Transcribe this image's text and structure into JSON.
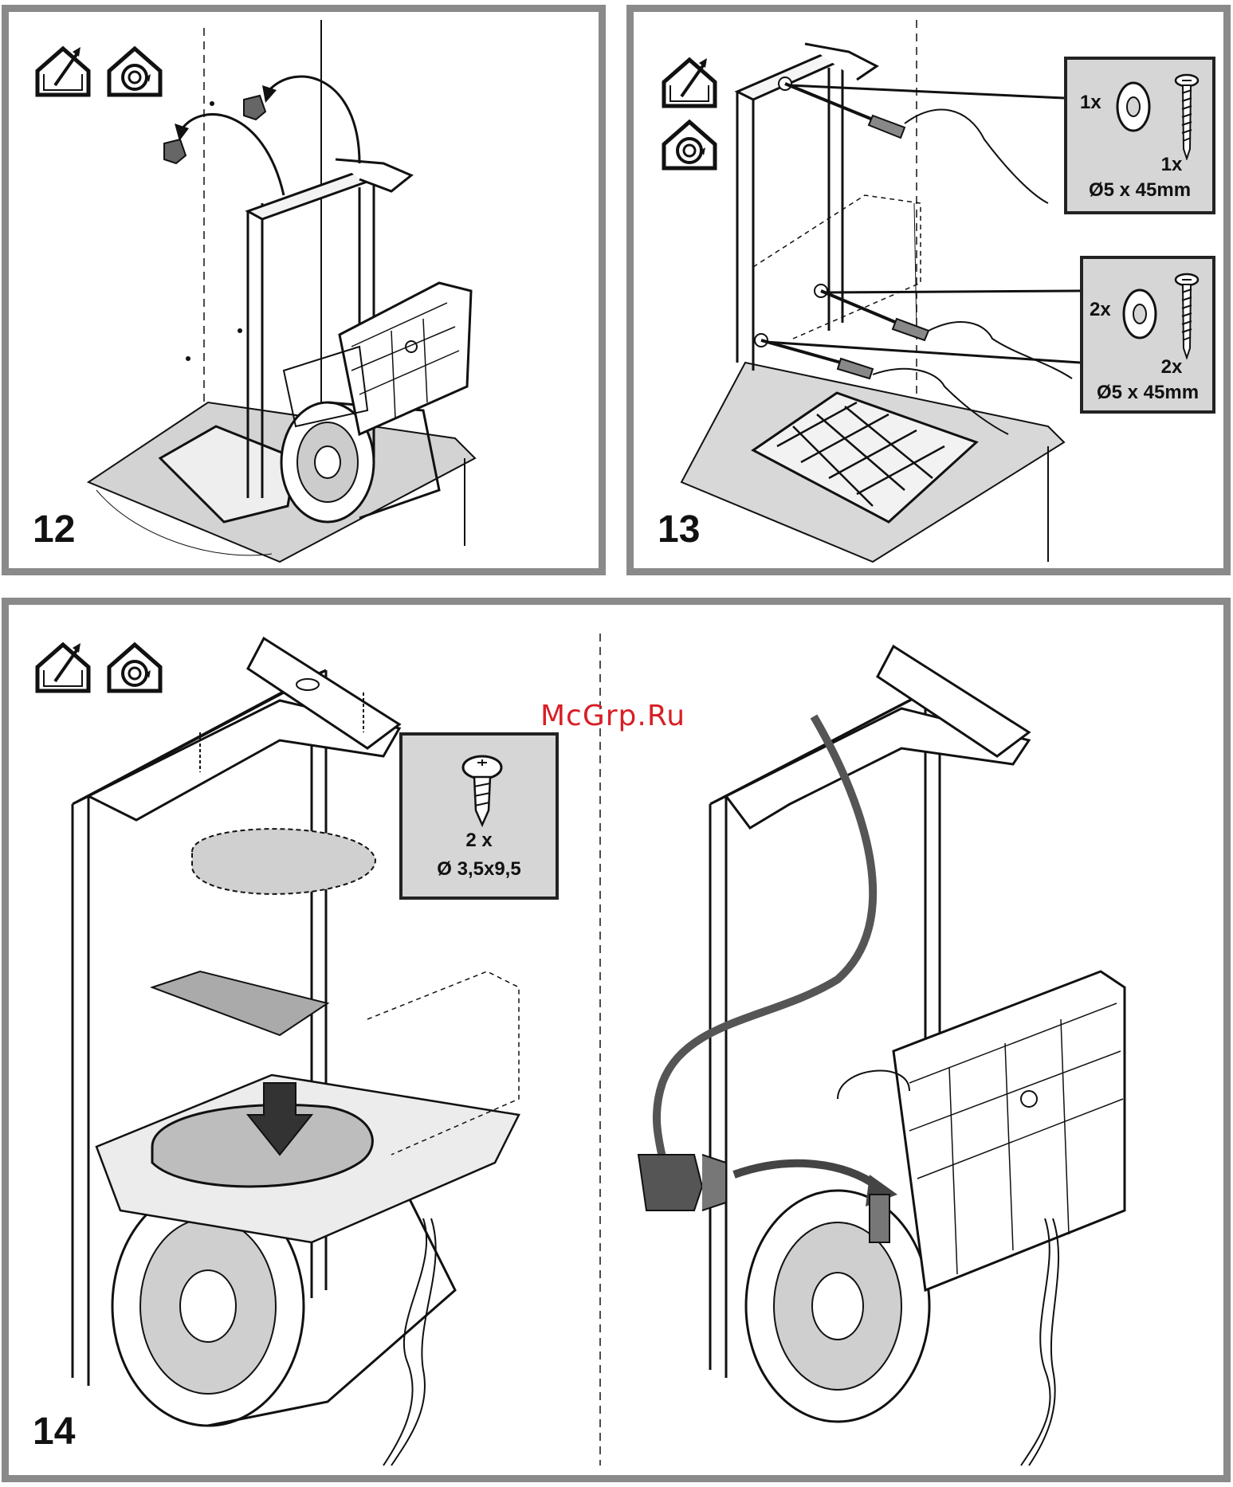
{
  "steps": [
    {
      "number": "12"
    },
    {
      "number": "13",
      "callouts": [
        {
          "qty_washer": "1x",
          "qty_screw": "1x",
          "spec": "Ø5 x 45mm"
        },
        {
          "qty_washer": "2x",
          "qty_screw": "2x",
          "spec": "Ø5 x 45mm"
        }
      ]
    },
    {
      "number": "14",
      "callouts": [
        {
          "qty": "2 x",
          "spec": "Ø 3,5x9,5"
        }
      ]
    }
  ],
  "icons": [
    "ducted-mode-icon",
    "recirculation-mode-icon"
  ],
  "watermark": "McGrp.Ru",
  "colors": {
    "frame": "#8a8a8a",
    "callout_bg": "#d6d6d6",
    "watermark": "#d81f26"
  }
}
